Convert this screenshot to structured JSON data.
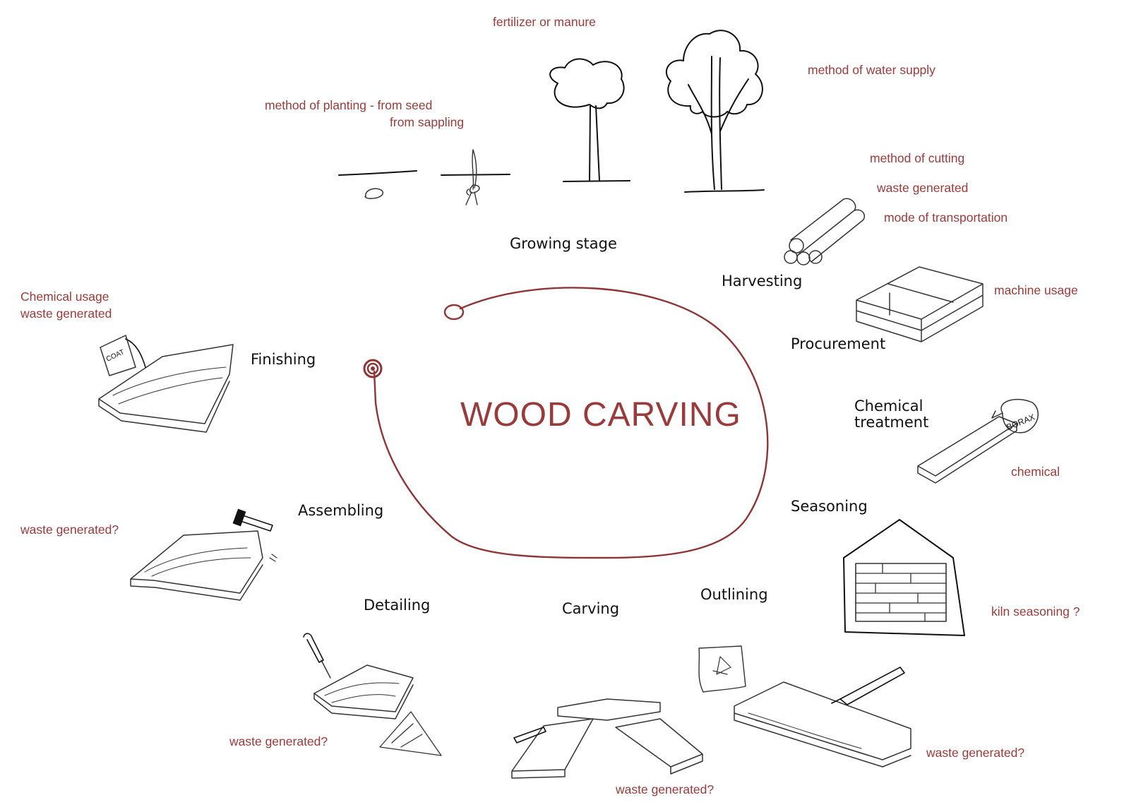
{
  "diagram": {
    "title": "WOOD  CARVING",
    "stages": {
      "growing": "Growing stage",
      "harvesting": "Harvesting",
      "procurement": "Procurement",
      "chemical_line1": "Chemical",
      "chemical_line2": "treatment",
      "seasoning": "Seasoning",
      "outlining": "Outlining",
      "carving": "Carving",
      "detailing": "Detailing",
      "assembling": "Assembling",
      "finishing": "Finishing"
    },
    "notes": {
      "fertilizer": "fertilizer or manure",
      "water": "method of water supply",
      "planting_line1": "method of planting - from seed",
      "planting_line2": "from sappling",
      "cutting": "method of cutting",
      "harvest_waste": "waste generated",
      "transport": "mode of transportation",
      "machine": "machine usage",
      "chemical": "chemical",
      "kiln": "kiln seasoning ?",
      "outlining_waste": "waste generated?",
      "carving_waste": "waste generated?",
      "detailing_waste": "waste generated?",
      "assembling_waste": "waste generated?",
      "finish_line1": "Chemical usage",
      "finish_line2": "waste generated"
    },
    "icon_text": {
      "borax": "BORAX",
      "coat": "COAT"
    }
  }
}
